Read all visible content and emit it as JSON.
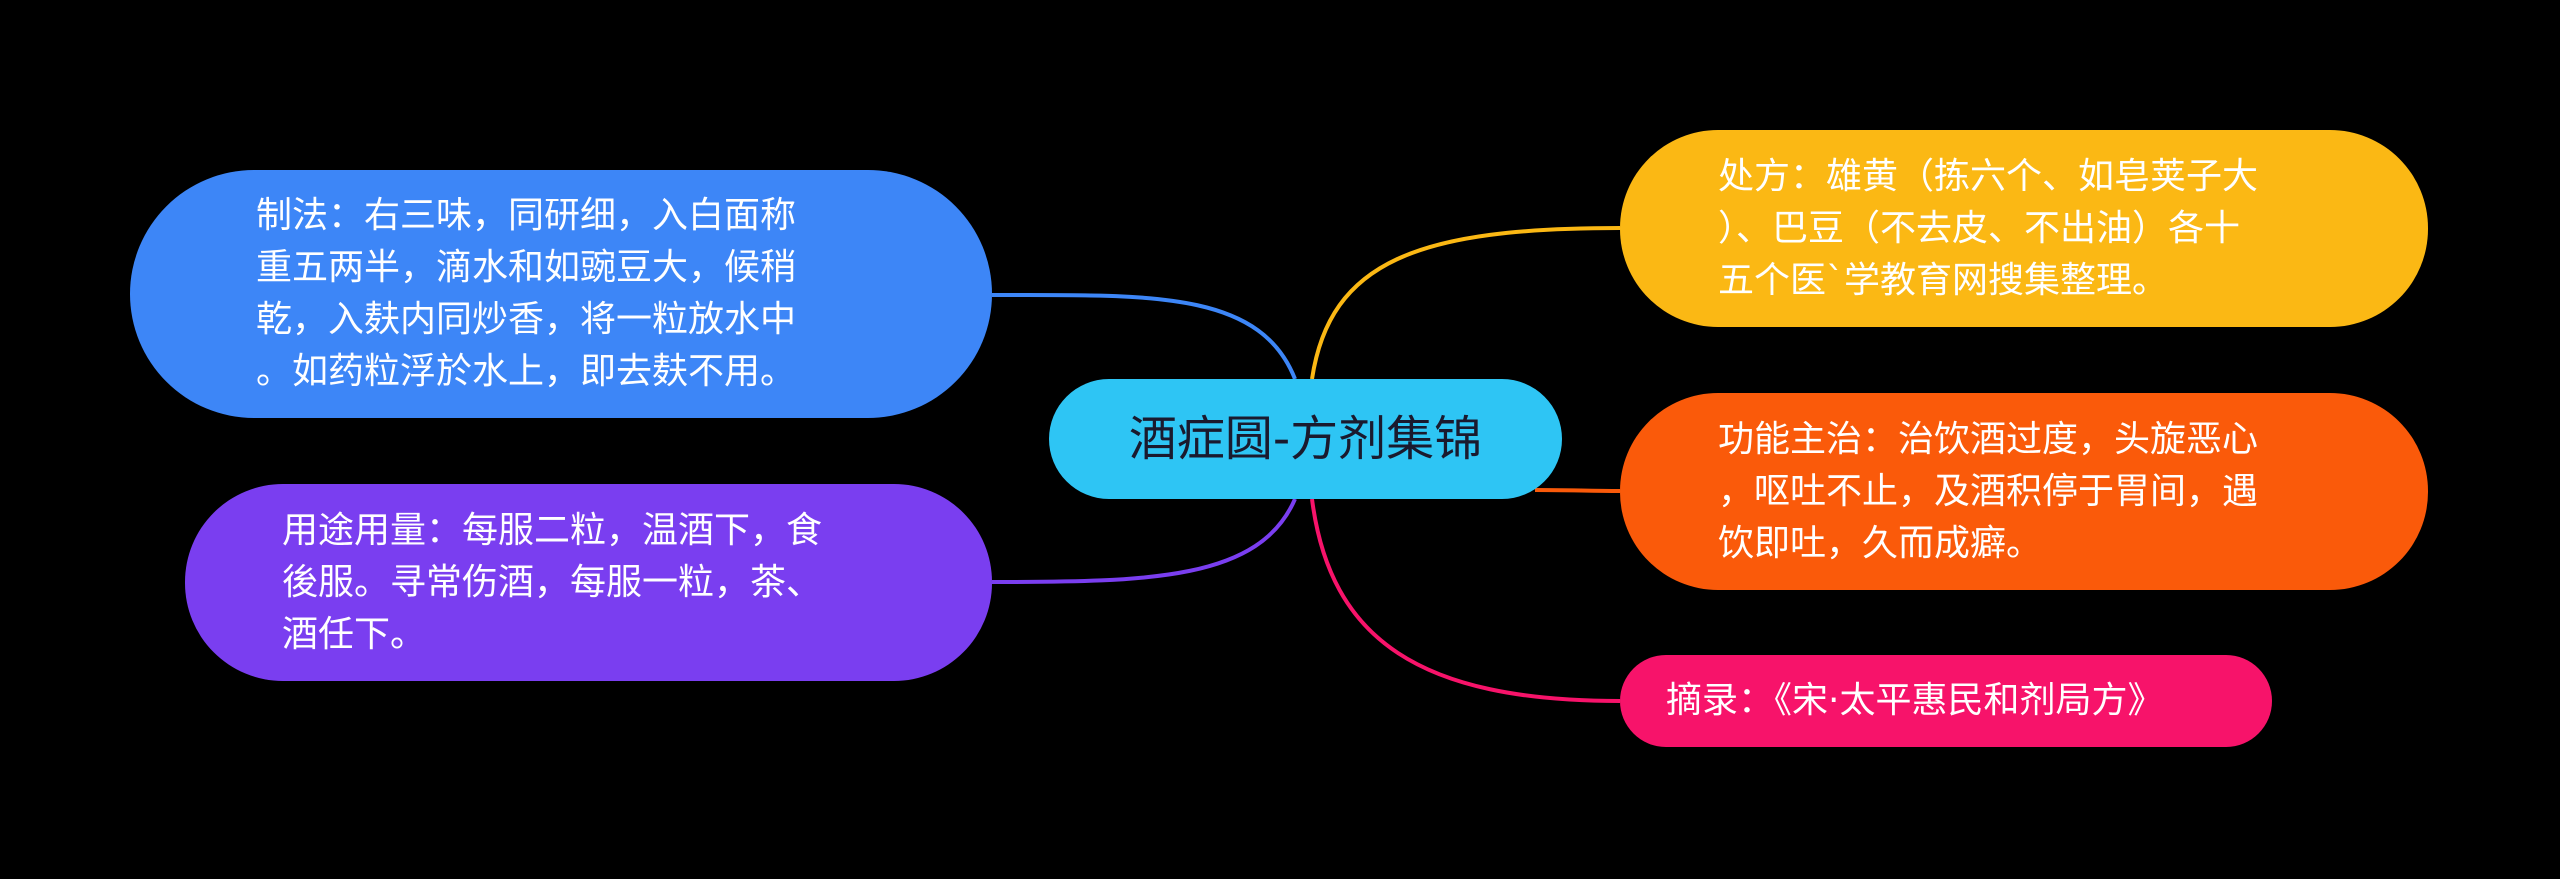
{
  "center": {
    "label": "酒症圆-方剂集锦",
    "color": "#2ec5f4"
  },
  "branches": {
    "method": {
      "label": "制法：右三味，同研细，入白面称\n重五两半，滴水和如豌豆大，候稍\n乾，入麸内同炒香，将一粒放水中\n。如药粒浮於水上，即去麸不用。",
      "color": "#3d86f7"
    },
    "usage": {
      "label": "用途用量：每服二粒，温酒下，食\n後服。寻常伤酒，每服一粒，茶、\n酒任下。",
      "color": "#7a3ef0"
    },
    "prescription": {
      "label": "处方：雄黄（拣六个、如皂荚子大\n）、巴豆（不去皮、不出油）各十\n五个医`学教育网搜集整理。",
      "color": "#fbb814"
    },
    "function": {
      "label": "功能主治：治饮酒过度，头旋恶心\n，呕吐不止，及酒积停于胃间，遇\n饮即吐，久而成癖。",
      "color": "#fa5a0a"
    },
    "source": {
      "label": "摘录：《宋·太平惠民和剂局方》",
      "color": "#f7136a"
    }
  },
  "background": "#000000"
}
